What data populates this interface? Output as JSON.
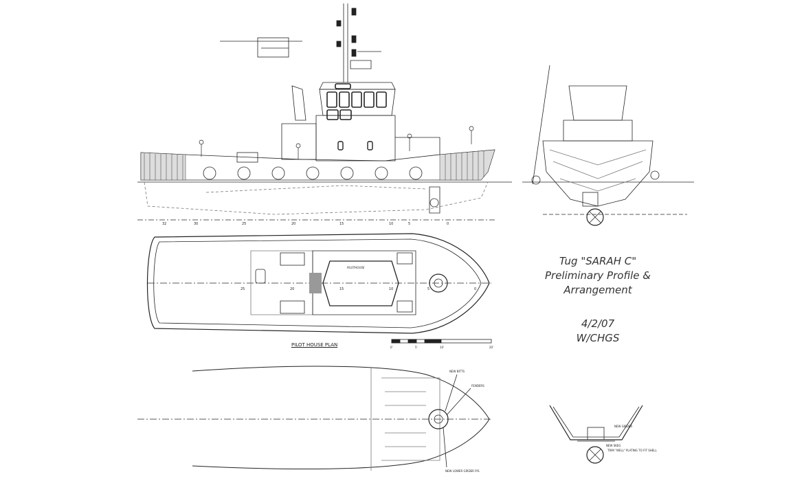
{
  "title_block": {
    "line1": "Tug \"SARAH C\"",
    "line2": "Preliminary Profile &",
    "line3": "Arrangement",
    "date": "4/2/07",
    "revision": "W/CHGS"
  },
  "view_labels": {
    "pilot_house_plan": "PILOT HOUSE PLAN",
    "pilothouse_room": "PILOTHOUSE"
  },
  "frame_numbers": {
    "profile": [
      "32",
      "30",
      "25",
      "20",
      "15",
      "10",
      "5",
      "0"
    ],
    "plan": [
      "25",
      "20",
      "15",
      "10",
      "5",
      "0"
    ]
  },
  "scale_bar": {
    "ticks": [
      "0'",
      "5'",
      "10'",
      "20'"
    ]
  },
  "callouts": {
    "new_bitts": "NEW BITTS",
    "fenders": "FENDERS",
    "new_lower_girder": "NEW LOWER GIRDER P/S",
    "new_girder": "NEW GIRDER",
    "new_skeg": "NEW SKEG",
    "trim_wells": "TRIM \"WELL\" PLATING TO FIT SHELL"
  },
  "colors": {
    "line": "#222222",
    "hidden_line": "#777777",
    "paper": "#ffffff"
  }
}
